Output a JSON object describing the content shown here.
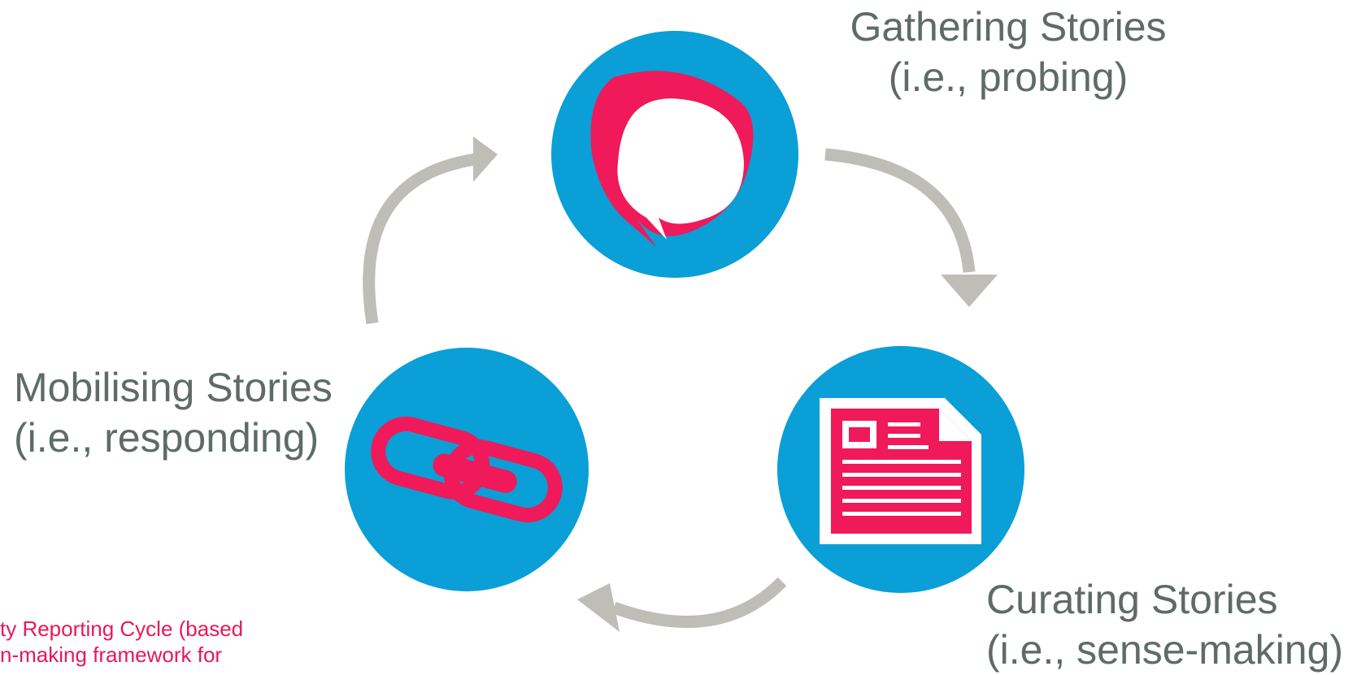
{
  "stages": [
    {
      "id": "gathering",
      "title": "Gathering Stories",
      "subtitle": "(i.e., probing)",
      "icon": "speech-bubble-icon"
    },
    {
      "id": "curating",
      "title": "Curating Stories",
      "subtitle": "(i.e., sense-making)",
      "icon": "document-icon"
    },
    {
      "id": "mobilising",
      "title": "Mobilising Stories",
      "subtitle": "(i.e., responding)",
      "icon": "chain-link-icon"
    }
  ],
  "caption": {
    "line1": "ty Reporting Cycle (based",
    "line2": "n-making framework for"
  },
  "colors": {
    "circle": "#0a9fd6",
    "icon": "#f0195a",
    "arrow": "#bfbdb7",
    "label": "#5e6b66",
    "caption": "#e8185a"
  }
}
